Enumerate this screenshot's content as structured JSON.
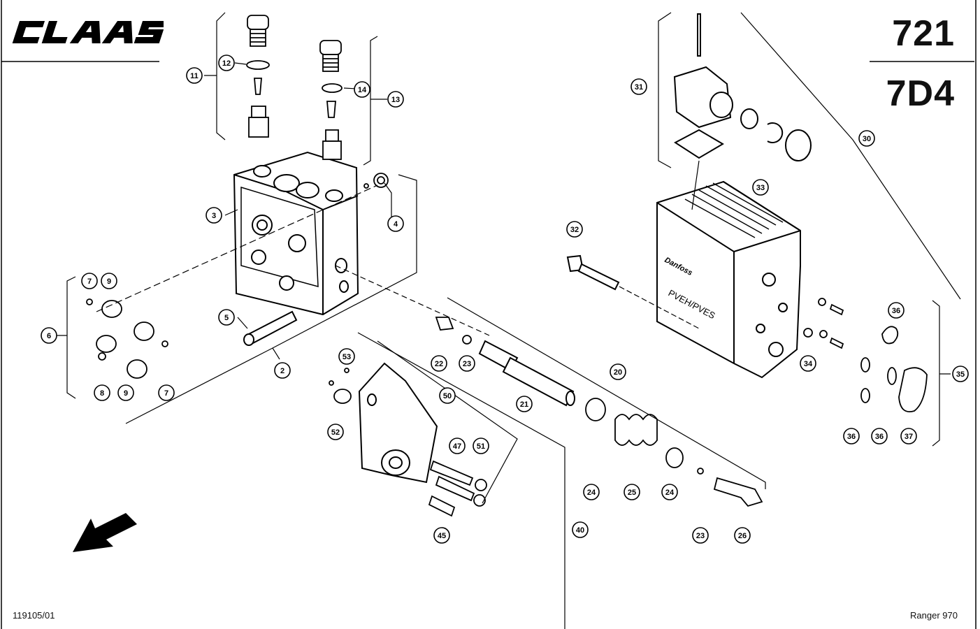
{
  "brand": {
    "logo_text": "CLAAS"
  },
  "page": {
    "number": "721",
    "group": "7D4"
  },
  "footer": {
    "drawing_id": "119105/01",
    "model": "Ranger 970"
  },
  "callouts": [
    "2",
    "3",
    "4",
    "5",
    "6",
    "7",
    "7",
    "8",
    "9",
    "9",
    "11",
    "12",
    "13",
    "14",
    "20",
    "21",
    "22",
    "23",
    "23",
    "24",
    "24",
    "25",
    "26",
    "30",
    "31",
    "32",
    "33",
    "34",
    "35",
    "36",
    "36",
    "36",
    "37",
    "40",
    "45",
    "47",
    "50",
    "51",
    "52",
    "53"
  ],
  "parts_text": {
    "pveh_label": "PVEH/PVES"
  }
}
